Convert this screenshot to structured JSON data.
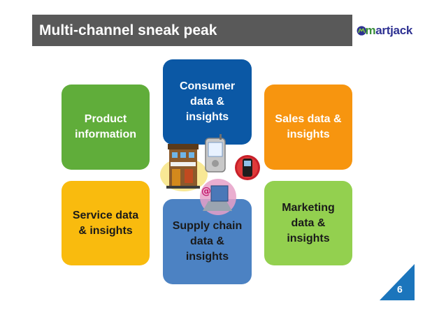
{
  "slide": {
    "title": "Multi-channel sneak peak",
    "logo_text_m": "m",
    "logo_text_rest": "artjack",
    "page_number": "6"
  },
  "channels": [
    {
      "id": "product",
      "label": "Product\ninformation",
      "color": "#60ad3a"
    },
    {
      "id": "consumer",
      "label": "Consumer\ndata &\ninsights",
      "color": "#0b58a5"
    },
    {
      "id": "sales",
      "label": "Sales data &\ninsights",
      "color": "#f7950f"
    },
    {
      "id": "service",
      "label": "Service data\n& insights",
      "color": "#f9bb0e"
    },
    {
      "id": "supply",
      "label": "Supply chain\ndata &\ninsights",
      "color": "#4c82c3"
    },
    {
      "id": "marketing",
      "label": "Marketing\ndata &\ninsights",
      "color": "#93d04f"
    }
  ],
  "colors": {
    "title_bar": "#595959",
    "page_triangle": "#1b75bc",
    "logo_blue": "#2e3192",
    "logo_green": "#3a8f3a"
  },
  "icons": [
    "store-icon",
    "pda-icon",
    "mobile-phone-icon",
    "email-laptop-icon",
    "logo-mark-icon"
  ]
}
